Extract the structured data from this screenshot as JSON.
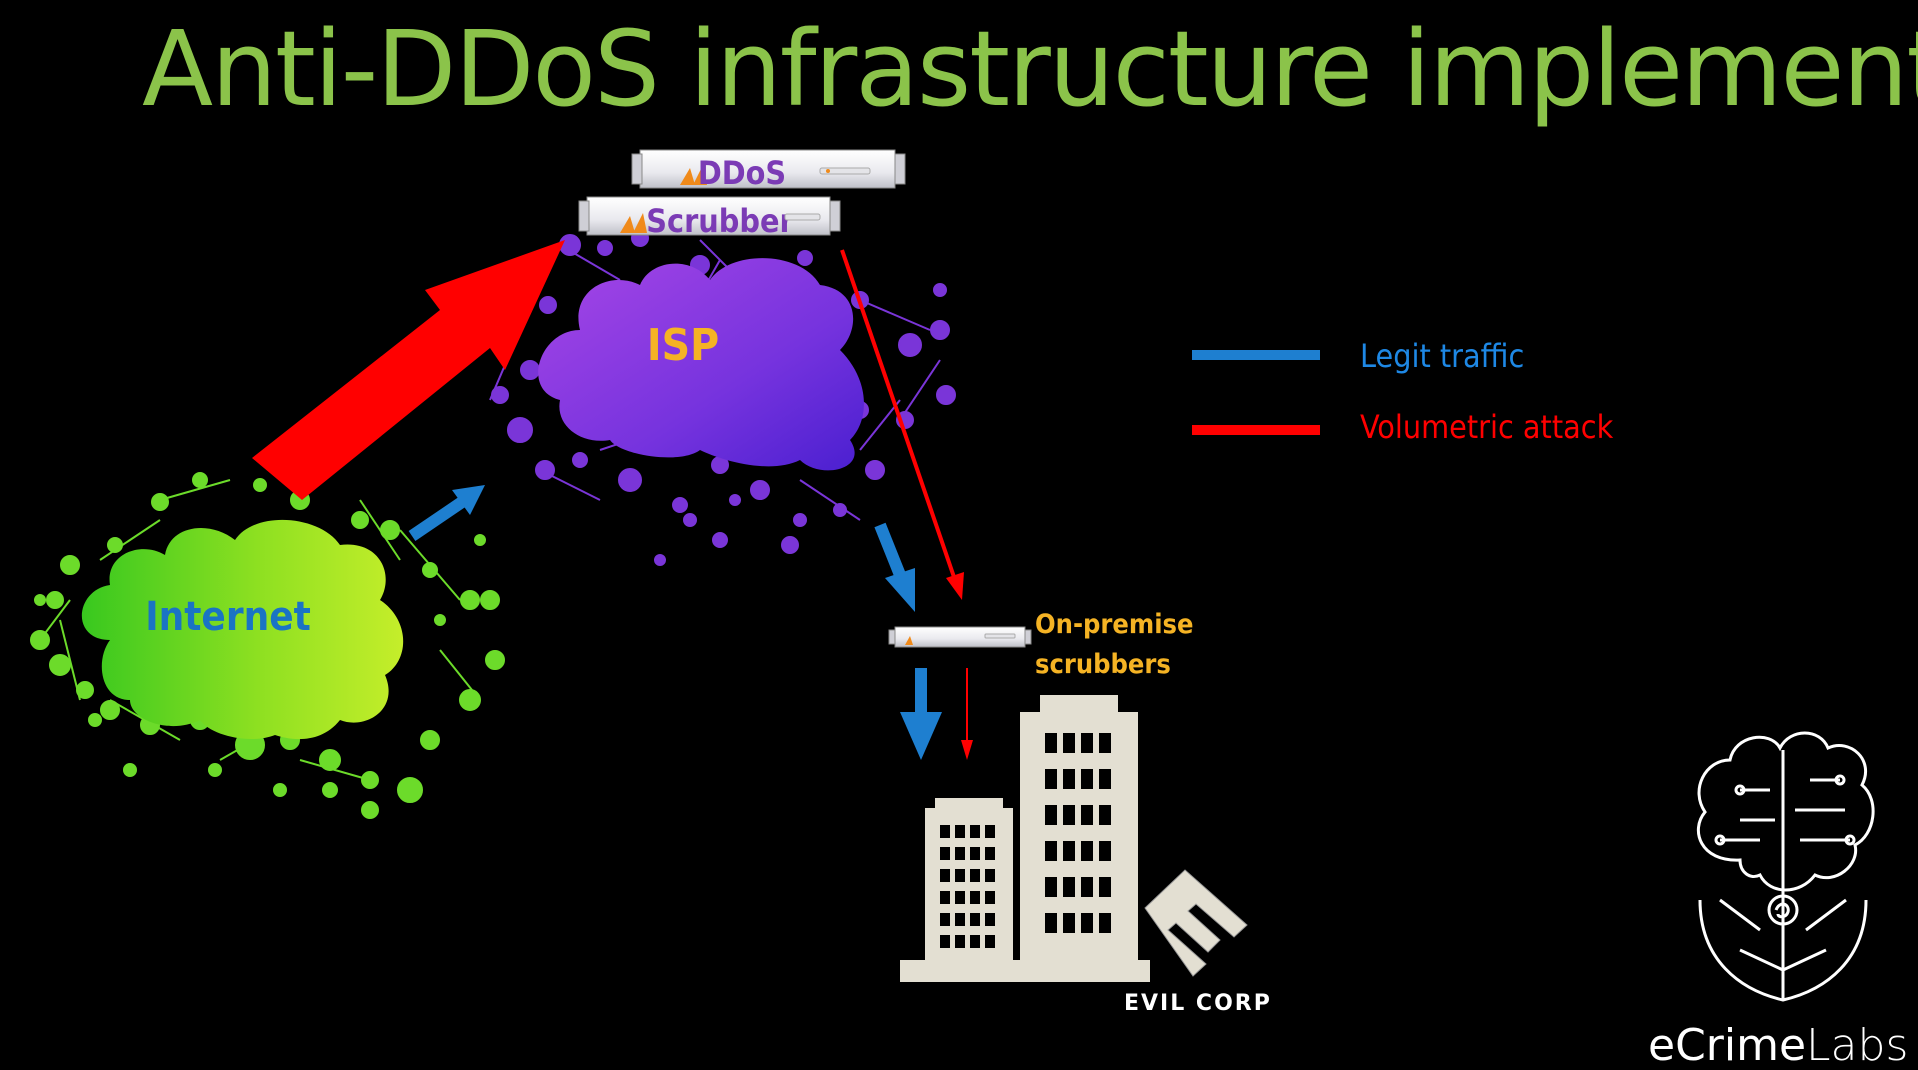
{
  "title": "Anti-DDoS infrastructure implementation",
  "servers": {
    "ddos": "DDoS",
    "scrubber": "Scrubber"
  },
  "clouds": {
    "isp": "ISP",
    "internet": "Internet"
  },
  "onprem": {
    "line1": "On-premise",
    "line2": "scrubbers"
  },
  "legend": {
    "legit": "Legit traffic",
    "volumetric": "Volumetric attack"
  },
  "corp": "EVIL CORP",
  "brand": {
    "prefix": "eCrime",
    "suffix": "Labs"
  },
  "colors": {
    "title": "#8BC34A",
    "legit": "#1E7FD0",
    "attack": "#FF0000",
    "isp_label": "#F5B324",
    "internet_label": "#1A74C4",
    "scrubber_label": "#7B3BB5",
    "onprem_label": "#F5B324"
  }
}
